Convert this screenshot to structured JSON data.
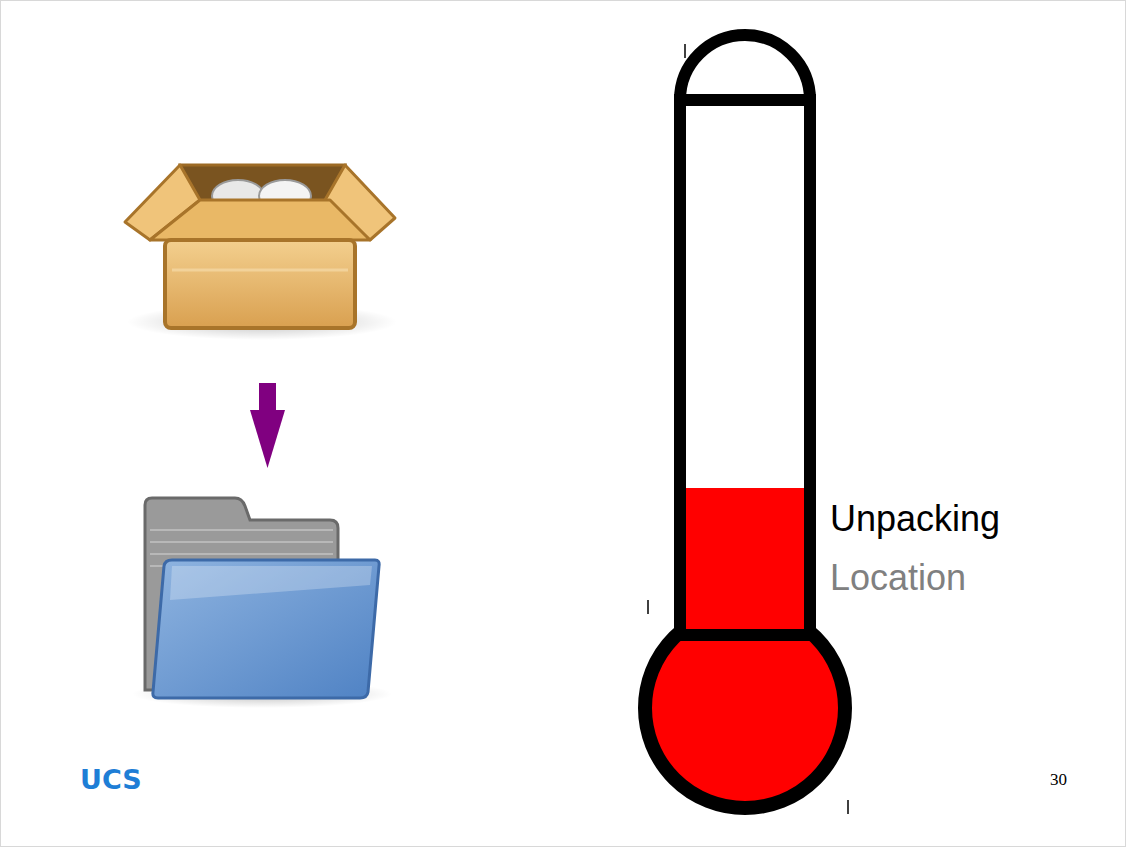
{
  "diagram": {
    "labels": [
      "Unpacking",
      "Location",
      "UCS",
      "30"
    ]
  }
}
